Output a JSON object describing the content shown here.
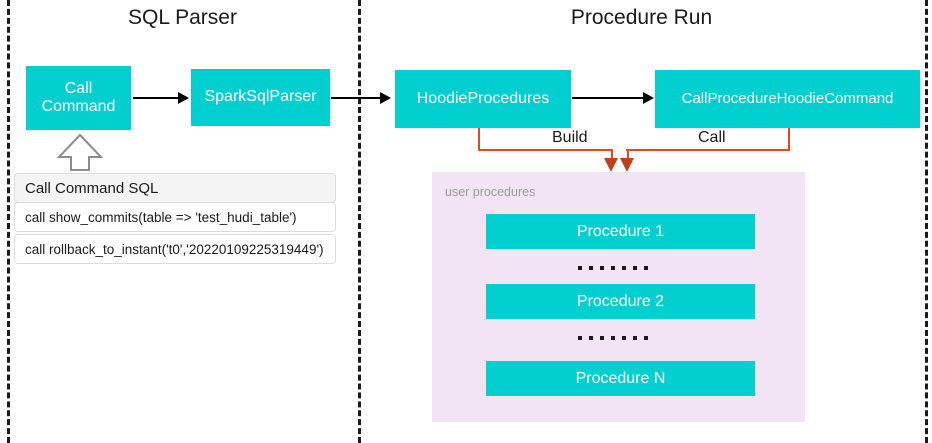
{
  "diagram": {
    "sections": [
      {
        "title": "SQL Parser"
      },
      {
        "title": "Procedure Run"
      }
    ],
    "nodes": {
      "call_command": "Call\nCommand",
      "call_command_line1": "Call",
      "call_command_line2": "Command",
      "spark_sql_parser": "SparkSqlParser",
      "hoodie_procedures": "HoodieProcedures",
      "call_procedure_hoodie_command": "CallProcedureHoodieCommand"
    },
    "edge_labels": {
      "build": "Build",
      "call": "Call"
    },
    "sql_table": {
      "header": "Call Command SQL",
      "rows": [
        "call show_commits(table => 'test_hudi_table')",
        "call rollback_to_instant('t0','20220109225319449')"
      ]
    },
    "user_panel": {
      "label": "user procedures",
      "procedures": [
        "Procedure 1",
        "Procedure 2",
        "Procedure N"
      ],
      "ellipsis_dot_count": 7
    },
    "colors": {
      "node_fill": "#01CFCF",
      "node_text": "#FFFFFF",
      "panel_fill": "#F2E3F5",
      "connector_orange": "#E2491F",
      "arrow_black": "#000000",
      "divider": "#1A1A1A",
      "table_header_fill": "#F4F4F4",
      "panel_label_text": "#9A9A9A"
    }
  }
}
